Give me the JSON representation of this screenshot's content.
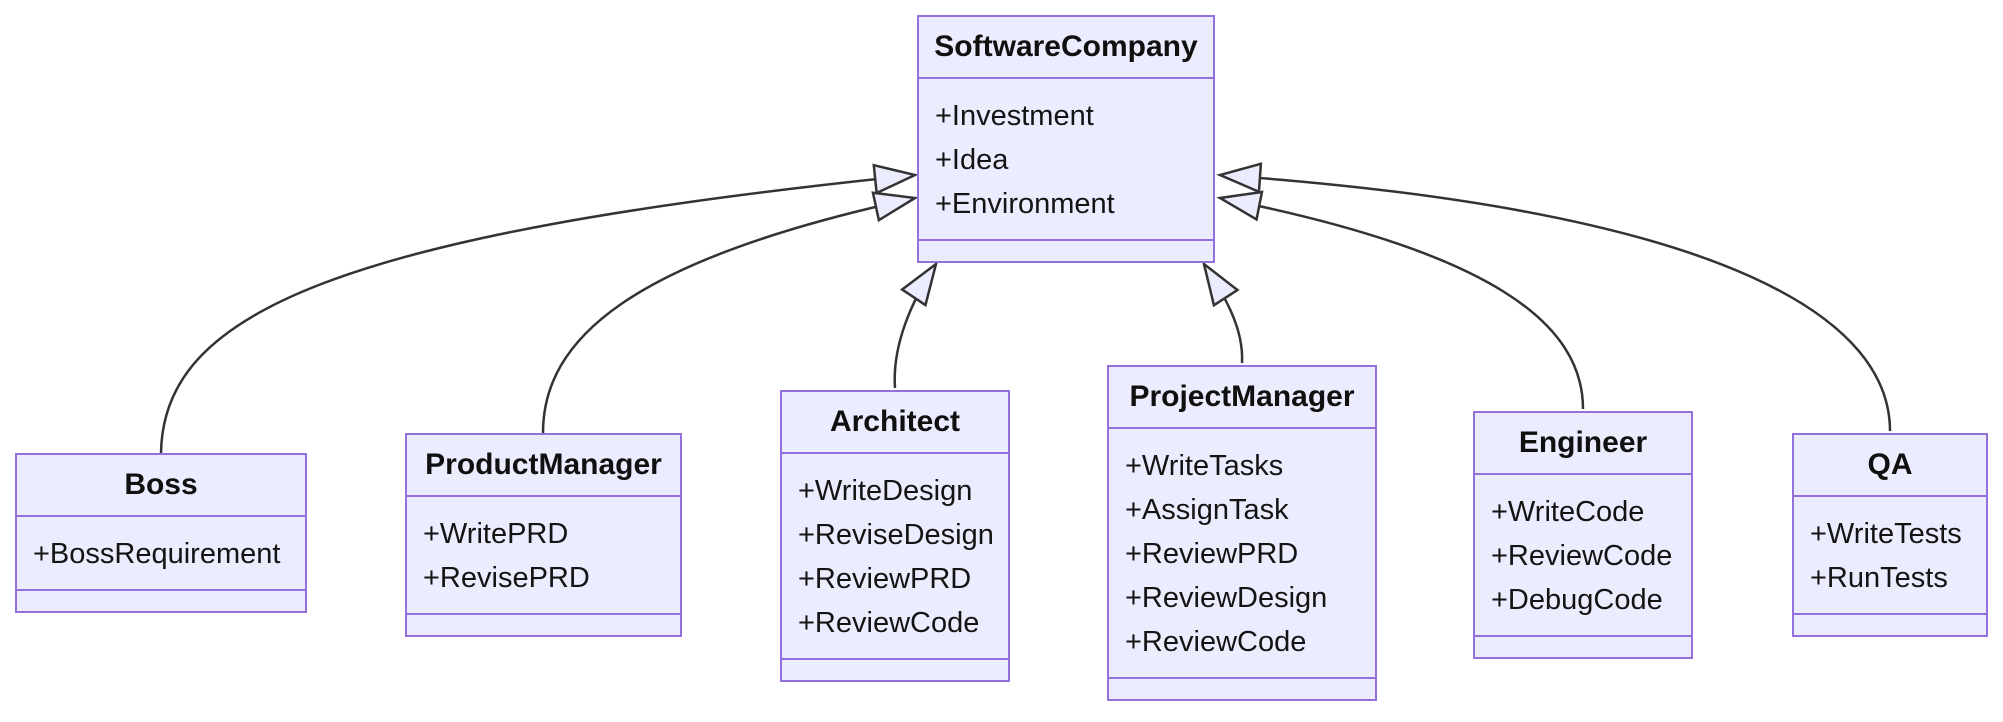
{
  "diagram": {
    "type": "uml-class-diagram",
    "classes": [
      {
        "name": "SoftwareCompany",
        "attributes": [
          "+Investment",
          "+Idea",
          "+Environment"
        ],
        "methods": []
      },
      {
        "name": "Boss",
        "attributes": [
          "+BossRequirement"
        ],
        "methods": []
      },
      {
        "name": "ProductManager",
        "attributes": [
          "+WritePRD",
          "+RevisePRD"
        ],
        "methods": []
      },
      {
        "name": "Architect",
        "attributes": [
          "+WriteDesign",
          "+ReviseDesign",
          "+ReviewPRD",
          "+ReviewCode"
        ],
        "methods": []
      },
      {
        "name": "ProjectManager",
        "attributes": [
          "+WriteTasks",
          "+AssignTask",
          "+ReviewPRD",
          "+ReviewDesign",
          "+ReviewCode"
        ],
        "methods": []
      },
      {
        "name": "Engineer",
        "attributes": [
          "+WriteCode",
          "+ReviewCode",
          "+DebugCode"
        ],
        "methods": []
      },
      {
        "name": "QA",
        "attributes": [
          "+WriteTests",
          "+RunTests"
        ],
        "methods": []
      }
    ],
    "relations": [
      {
        "from": "Boss",
        "to": "SoftwareCompany",
        "type": "inheritance"
      },
      {
        "from": "ProductManager",
        "to": "SoftwareCompany",
        "type": "inheritance"
      },
      {
        "from": "Architect",
        "to": "SoftwareCompany",
        "type": "inheritance"
      },
      {
        "from": "ProjectManager",
        "to": "SoftwareCompany",
        "type": "inheritance"
      },
      {
        "from": "Engineer",
        "to": "SoftwareCompany",
        "type": "inheritance"
      },
      {
        "from": "QA",
        "to": "SoftwareCompany",
        "type": "inheritance"
      }
    ],
    "colors": {
      "node_fill": "#ECECFF",
      "node_border": "#9370DB",
      "edge": "#333333",
      "text": "#141414",
      "background": "#ffffff"
    }
  }
}
